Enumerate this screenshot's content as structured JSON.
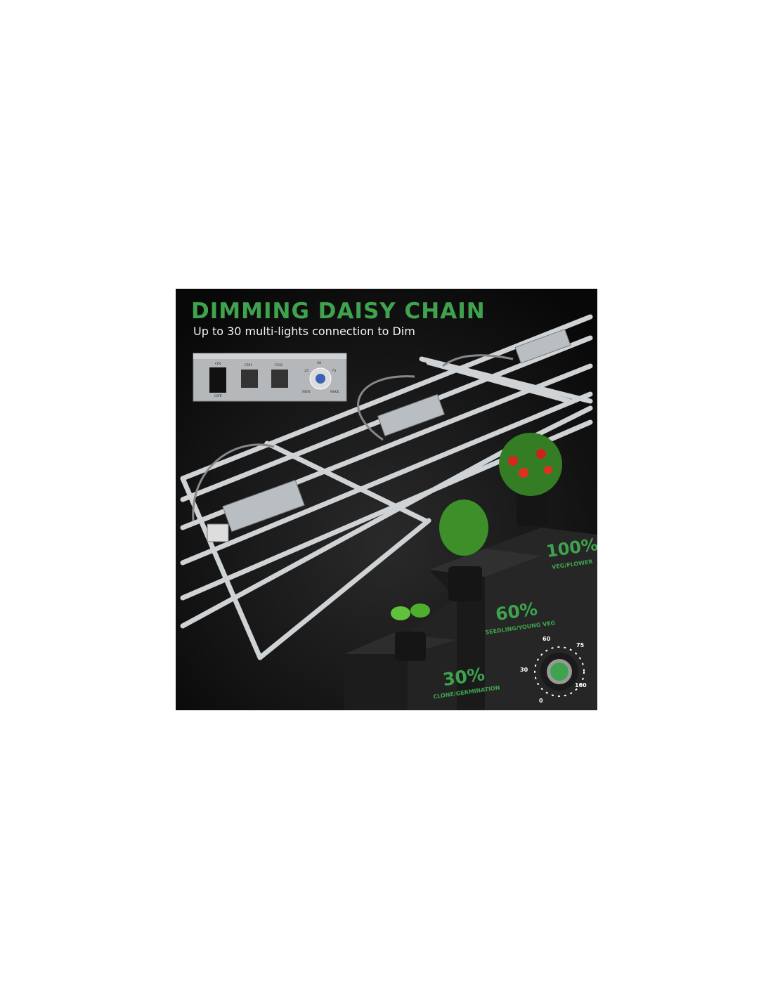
{
  "title": "DIMMING DAISY CHAIN",
  "subtitle": "Up to 30 multi-lights connection to Dim",
  "controller": {
    "on": "ON",
    "off": "OFF",
    "ch1": "CH1",
    "ch2": "CH2",
    "knob_50": "50",
    "knob_25": "25",
    "knob_75": "75",
    "min": "MIN",
    "max": "MAX"
  },
  "stages": [
    {
      "percent": "30%",
      "label": "CLONE/GERMINATION"
    },
    {
      "percent": "60%",
      "label": "SEEDLING/YOUNG VEG"
    },
    {
      "percent": "100%",
      "label": "VEG/FLOWER"
    }
  ],
  "dial": {
    "ticks": [
      "0",
      "30",
      "60",
      "75",
      "100"
    ]
  },
  "colors": {
    "accent": "#3fa34d",
    "background": "#0d0d0d"
  }
}
